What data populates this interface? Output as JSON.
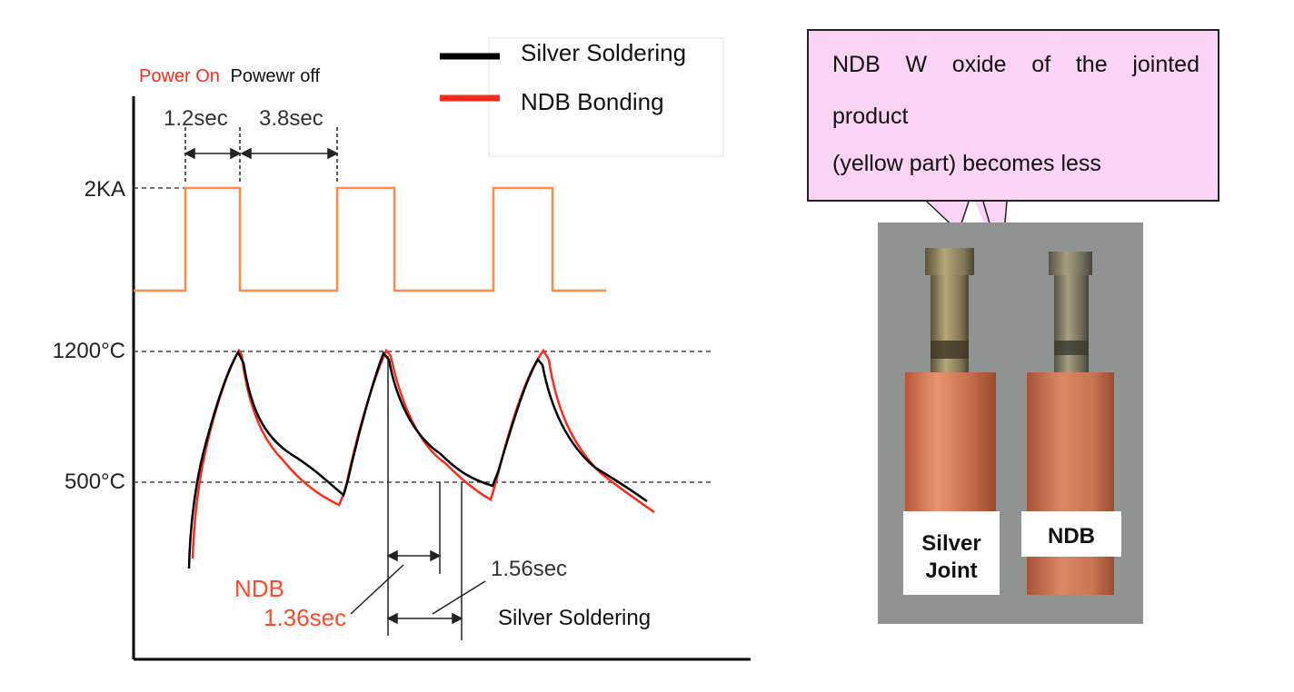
{
  "legend": {
    "items": [
      {
        "label": "Silver Soldering",
        "color": "#000000"
      },
      {
        "label": "NDB Bonding",
        "color": "#ff2a1a"
      }
    ]
  },
  "power": {
    "on_label": "Power On",
    "off_label": "Powewr off",
    "on_color": "#ff2a1a",
    "off_color": "#111111"
  },
  "current": {
    "level_label": "2KA",
    "on_duration": "1.2sec",
    "off_duration": "3.8sec",
    "color": "#ff8a4a"
  },
  "temperature": {
    "high_label": "1200°C",
    "low_label": "500°C"
  },
  "measurements": {
    "ndb_name": "NDB",
    "ndb_time": "1.36sec",
    "silver_time": "1.56sec",
    "silver_name": "Silver Soldering"
  },
  "callout": {
    "line1": "NDB W oxide of the jointed",
    "line2": "product",
    "line3": "(yellow part) becomes less",
    "background": "#fad3f5"
  },
  "photo": {
    "left_label_line1": "Silver",
    "left_label_line2": "Joint",
    "right_label": "NDB"
  }
}
